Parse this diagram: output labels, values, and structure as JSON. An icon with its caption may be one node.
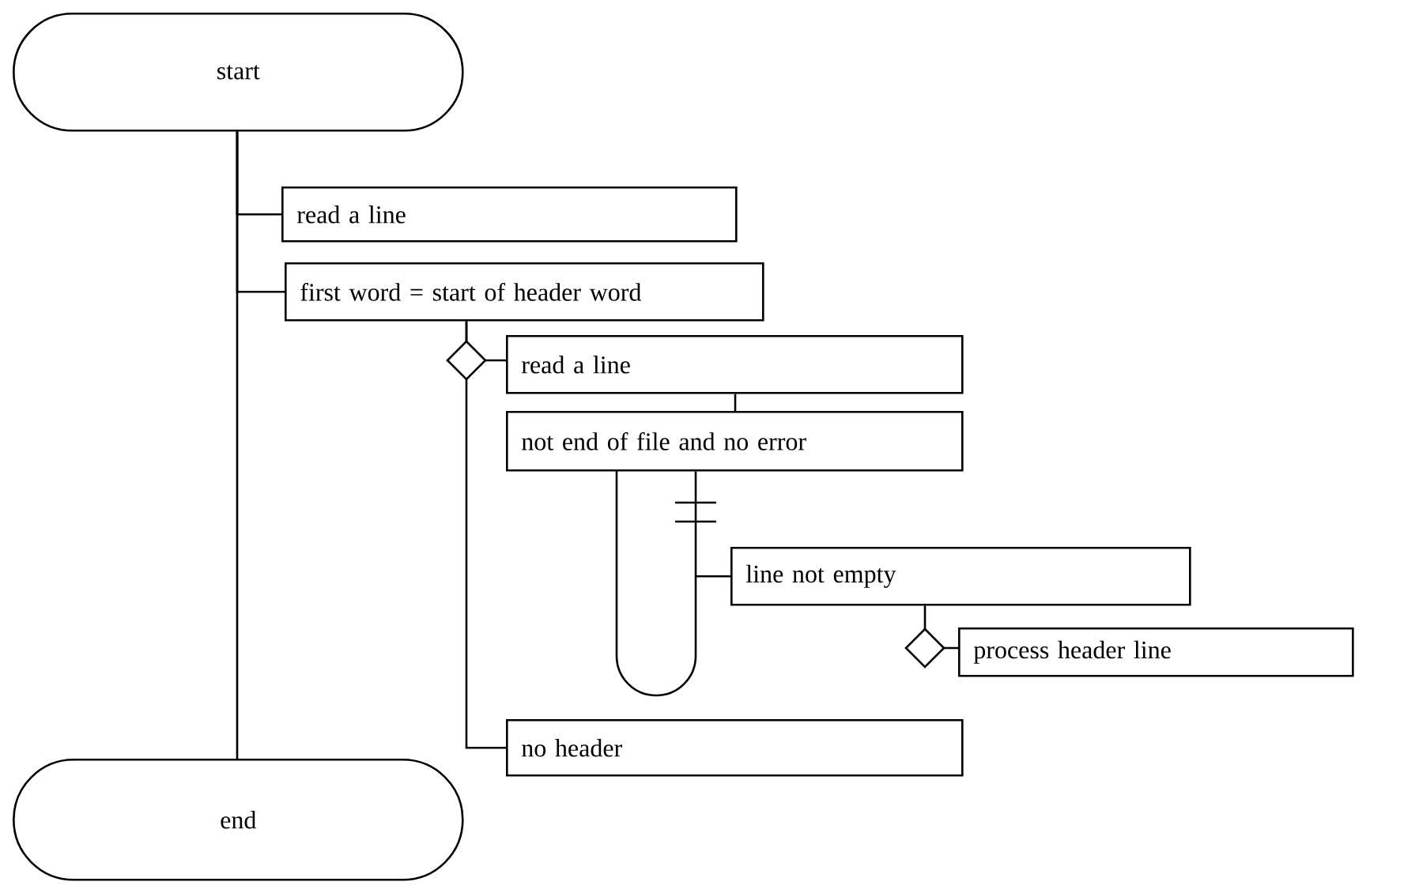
{
  "diagram": {
    "nodes": [
      {
        "text": [
          "start"
        ]
      },
      {
        "text": [
          "read a line"
        ]
      },
      {
        "text": [
          "first word = start of  header word"
        ]
      },
      {
        "text": [
          "read a line"
        ]
      },
      {
        "text": [
          "not end of file and no error"
        ]
      },
      {
        "text": [
          "line not empty"
        ]
      },
      {
        "text": [
          "process header line"
        ]
      },
      {
        "text": [
          "no header"
        ]
      },
      {
        "text": [
          "end"
        ]
      }
    ],
    "edges": [
      {
        "from": 0,
        "to": 8,
        "arrow": "none"
      },
      {
        "from": 0,
        "to": 1,
        "arrow": "none"
      },
      {
        "from": 0,
        "to": 2,
        "arrow": "none"
      },
      {
        "from": 2,
        "to": 3,
        "arrow": "none"
      },
      {
        "from": 2,
        "to": 7,
        "arrow": "none"
      },
      {
        "from": 3,
        "to": 4,
        "arrow": "none"
      },
      {
        "from": 4,
        "to": 5,
        "arrow": "none"
      },
      {
        "from": 5,
        "to": 6,
        "arrow": "none"
      }
    ]
  }
}
